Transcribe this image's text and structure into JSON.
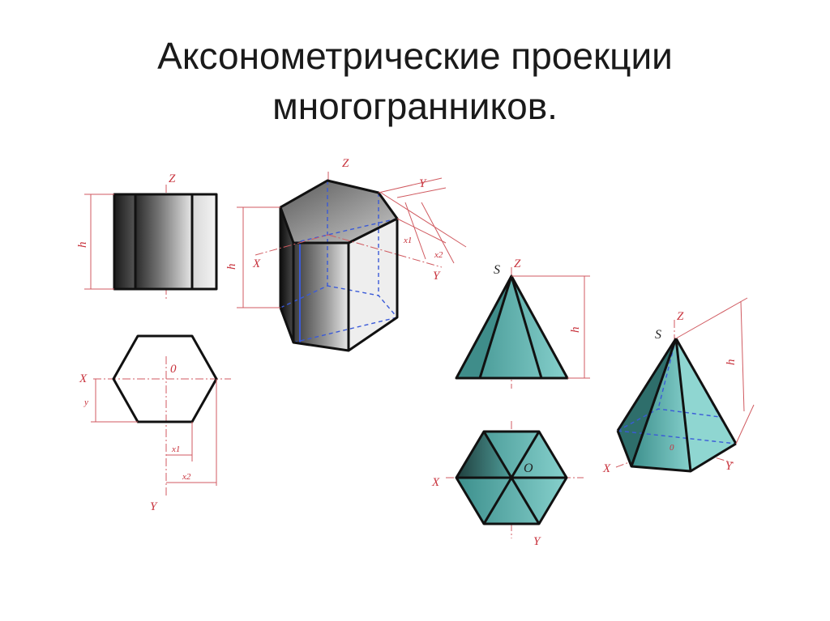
{
  "title": {
    "line1": "Аксонометрические проекции",
    "line2": "многогранников."
  },
  "labels": {
    "z": "Z",
    "x": "X",
    "y": "Y",
    "h": "h",
    "o_lower": "0",
    "o": "O",
    "s": "S",
    "x1": "x1",
    "x2": "x2",
    "y_lower": "y"
  },
  "colors": {
    "prism_gray": "#8a8a8a",
    "pyramid_teal": "#5fb3b0",
    "axis_red": "#d05a60",
    "hidden_blue": "#3a5ad8"
  }
}
